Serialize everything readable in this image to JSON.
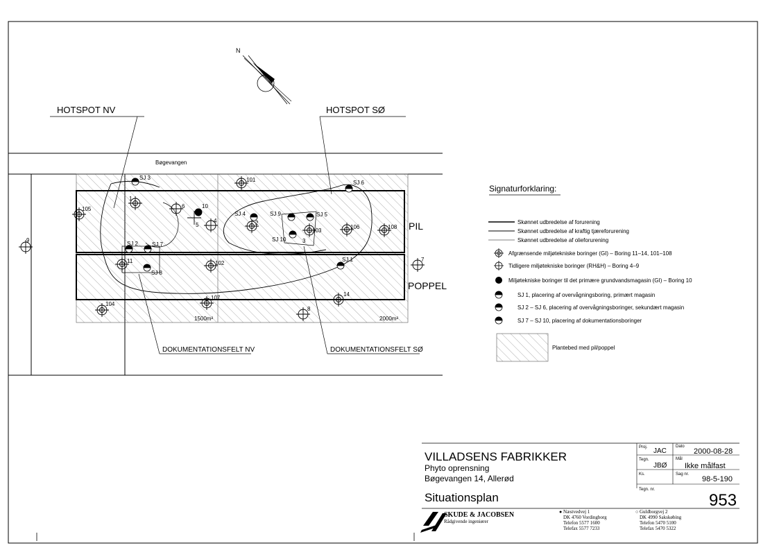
{
  "plan": {
    "street_name": "Bøgevangen",
    "hotspot_nv": "HOTSPOT NV",
    "hotspot_so": "HOTSPOT SØ",
    "dok_nv": "DOKUMENTATIONSFELT NV",
    "dok_so": "DOKUMENTATIONSFELT SØ",
    "label_pil": "PIL",
    "label_poppel": "POPPEL",
    "area_west": "1500m²",
    "area_east": "2000m²",
    "north_label": "N",
    "borings": {
      "b105": "105",
      "b9": "9",
      "b101": "101",
      "b6": "6",
      "b10": "10",
      "b5": "5",
      "b4": "4",
      "b2": "2",
      "b103": "103",
      "b106": "106",
      "b108": "108",
      "b7": "7",
      "b11": "11",
      "b102": "102",
      "b104": "104",
      "b107": "107",
      "b8": "8",
      "b14": "14",
      "b1": "1",
      "b3": "3"
    },
    "sj": {
      "sj1": "SJ 1",
      "sj2": "SJ 2",
      "sj3": "SJ 3",
      "sj4": "SJ 4",
      "sj5": "SJ 5",
      "sj6": "SJ 6",
      "sj7": "SJ 7",
      "sj8": "SJ 8",
      "sj9": "SJ 9",
      "sj10": "SJ 10"
    }
  },
  "legend": {
    "title": "Signaturforklaring:",
    "line_forurening": "Skønnet udbredelse af forurening",
    "line_tjaere": "Skønnet udbredelse af kraftig tjæreforurening",
    "line_olie": "Skønnet udbredelse af olieforurening",
    "sym_afgraensende": "Afgrænsende miljøtekniske boringer (GI) – Boring 11–14, 101–108",
    "sym_tidligere": "Tidligere miljøtekniske boringer (RH&H) – Boring 4–9",
    "sym_primaer": "Miljøtekniske boringer til det primære grundvandsmagasin (GI) – Boring 10",
    "sym_sj1": "SJ 1, placering af overvågningsboring, primært magasin",
    "sym_sj2_6": "SJ 2 – SJ 6, placering af overvågningsboringer, sekundært magasin",
    "sym_sj7_10": "SJ 7 – SJ 10, placering af dokumentationsboringer",
    "plantebed": "Plantebed med pil/poppel"
  },
  "title_block": {
    "company": "VILLADSENS FABRIKKER",
    "subtitle": "Phyto oprensning",
    "address": "Bøgevangen 14, Allerød",
    "drawing_title": "Situationsplan",
    "proj_label": "Proj.",
    "proj_value": "JAC",
    "date_label": "Dato",
    "date_value": "2000-08-28",
    "tegn_label": "Tegn.",
    "tegn_value": "JBØ",
    "maal_label": "Mål",
    "maal_value": "Ikke målfast",
    "ks_label": "Ks.",
    "sag_label": "Sag nr.",
    "sag_value": "98-5-190",
    "tegn_nr_label": "Tegn. nr.",
    "tegn_nr_value": "953",
    "firm_name": "SKUDE & JACOBSEN",
    "firm_sub": "Rådgivende ingeniører",
    "office1_l1": "● Næstvedvej 1",
    "office1_l2": "DK 4760 Vordingborg",
    "office1_l3": "Telefon 5577 1600",
    "office1_l4": "Telefax 5577 7233",
    "office2_l1": "○ Guldborgvej 2",
    "office2_l2": "DK 4990 Sakskøbing",
    "office2_l3": "Telefon 5470 5100",
    "office2_l4": "Telefax 5470 5322"
  }
}
